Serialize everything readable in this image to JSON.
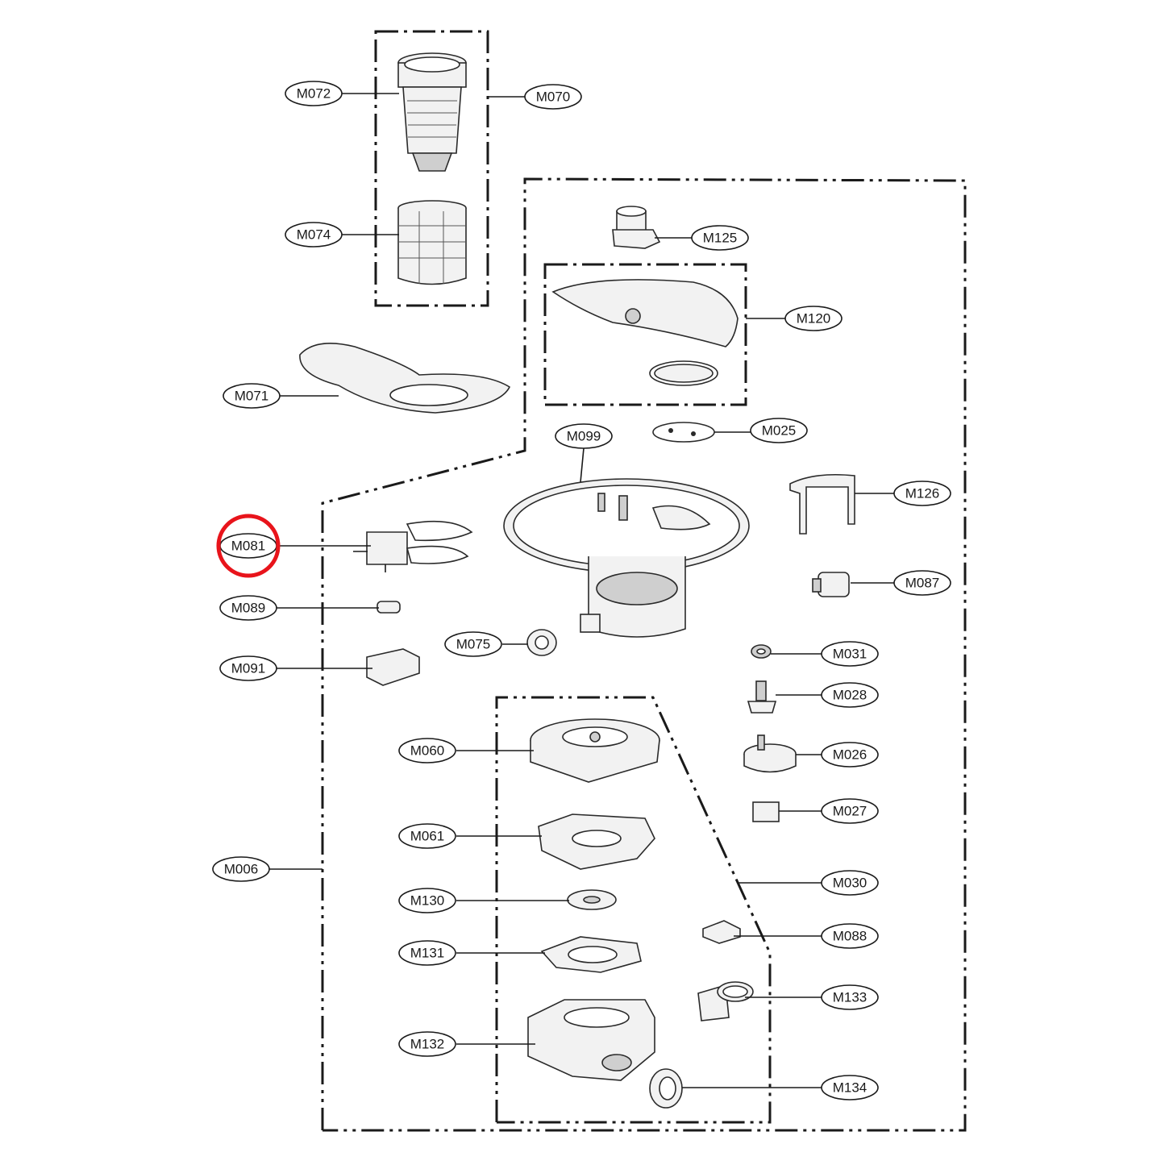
{
  "labels": [
    {
      "id": "M072",
      "text": "M072"
    },
    {
      "id": "M070",
      "text": "M070"
    },
    {
      "id": "M074",
      "text": "M074"
    },
    {
      "id": "M071",
      "text": "M071"
    },
    {
      "id": "M125",
      "text": "M125"
    },
    {
      "id": "M120",
      "text": "M120"
    },
    {
      "id": "M099",
      "text": "M099"
    },
    {
      "id": "M025",
      "text": "M025"
    },
    {
      "id": "M126",
      "text": "M126"
    },
    {
      "id": "M081",
      "text": "M081"
    },
    {
      "id": "M087",
      "text": "M087"
    },
    {
      "id": "M089",
      "text": "M089"
    },
    {
      "id": "M075",
      "text": "M075"
    },
    {
      "id": "M031",
      "text": "M031"
    },
    {
      "id": "M091",
      "text": "M091"
    },
    {
      "id": "M028",
      "text": "M028"
    },
    {
      "id": "M060",
      "text": "M060"
    },
    {
      "id": "M026",
      "text": "M026"
    },
    {
      "id": "M027",
      "text": "M027"
    },
    {
      "id": "M061",
      "text": "M061"
    },
    {
      "id": "M006",
      "text": "M006"
    },
    {
      "id": "M030",
      "text": "M030"
    },
    {
      "id": "M130",
      "text": "M130"
    },
    {
      "id": "M088",
      "text": "M088"
    },
    {
      "id": "M131",
      "text": "M131"
    },
    {
      "id": "M133",
      "text": "M133"
    },
    {
      "id": "M132",
      "text": "M132"
    },
    {
      "id": "M134",
      "text": "M134"
    }
  ],
  "highlight": {
    "label": "M081",
    "color": "#e8141b"
  },
  "colors": {
    "line": "#1a1a1a",
    "highlight": "#e8141b",
    "background": "#ffffff"
  }
}
